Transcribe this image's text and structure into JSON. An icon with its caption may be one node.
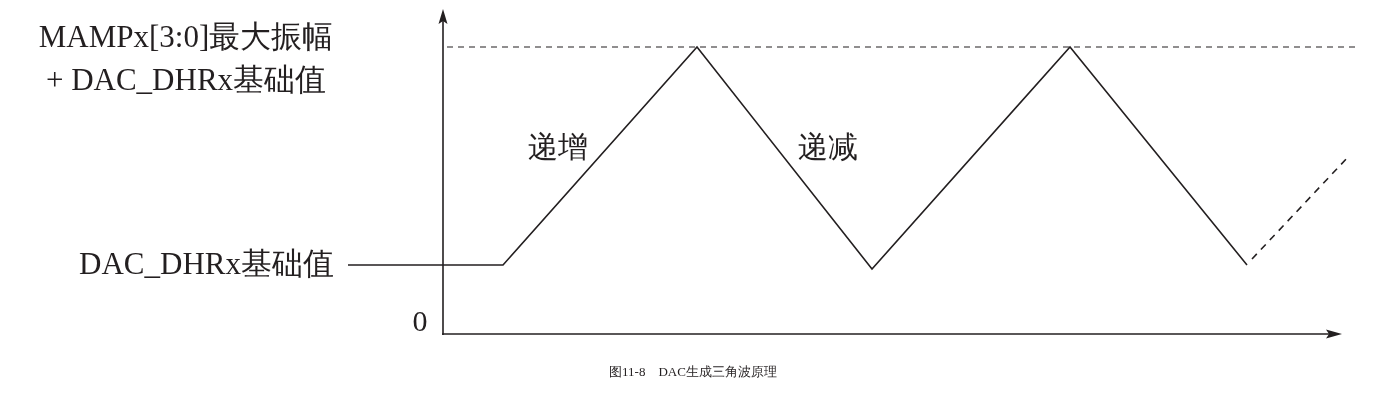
{
  "diagram": {
    "caption": "图11-8　DAC生成三角波原理",
    "labels": [
      "MAMPx[3:0]最大振幅 + DAC_DHRx基础值",
      "递增",
      "递减",
      "DAC_DHRx基础值",
      "0"
    ]
  }
}
